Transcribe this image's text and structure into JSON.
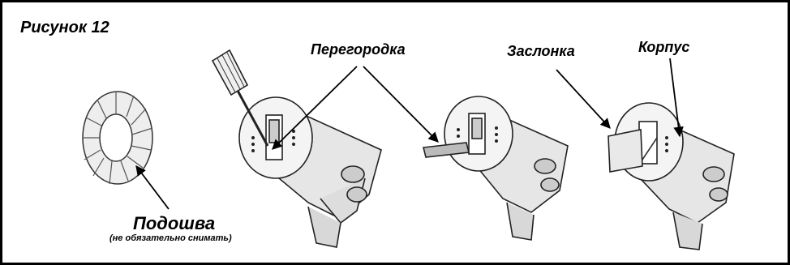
{
  "figure": {
    "title": "Рисунок 12",
    "labels": {
      "partition": "Перегородка",
      "flap": "Заслонка",
      "housing": "Корпус",
      "sole": "Подошва",
      "sole_note": "(не обязательно снимать)"
    }
  }
}
